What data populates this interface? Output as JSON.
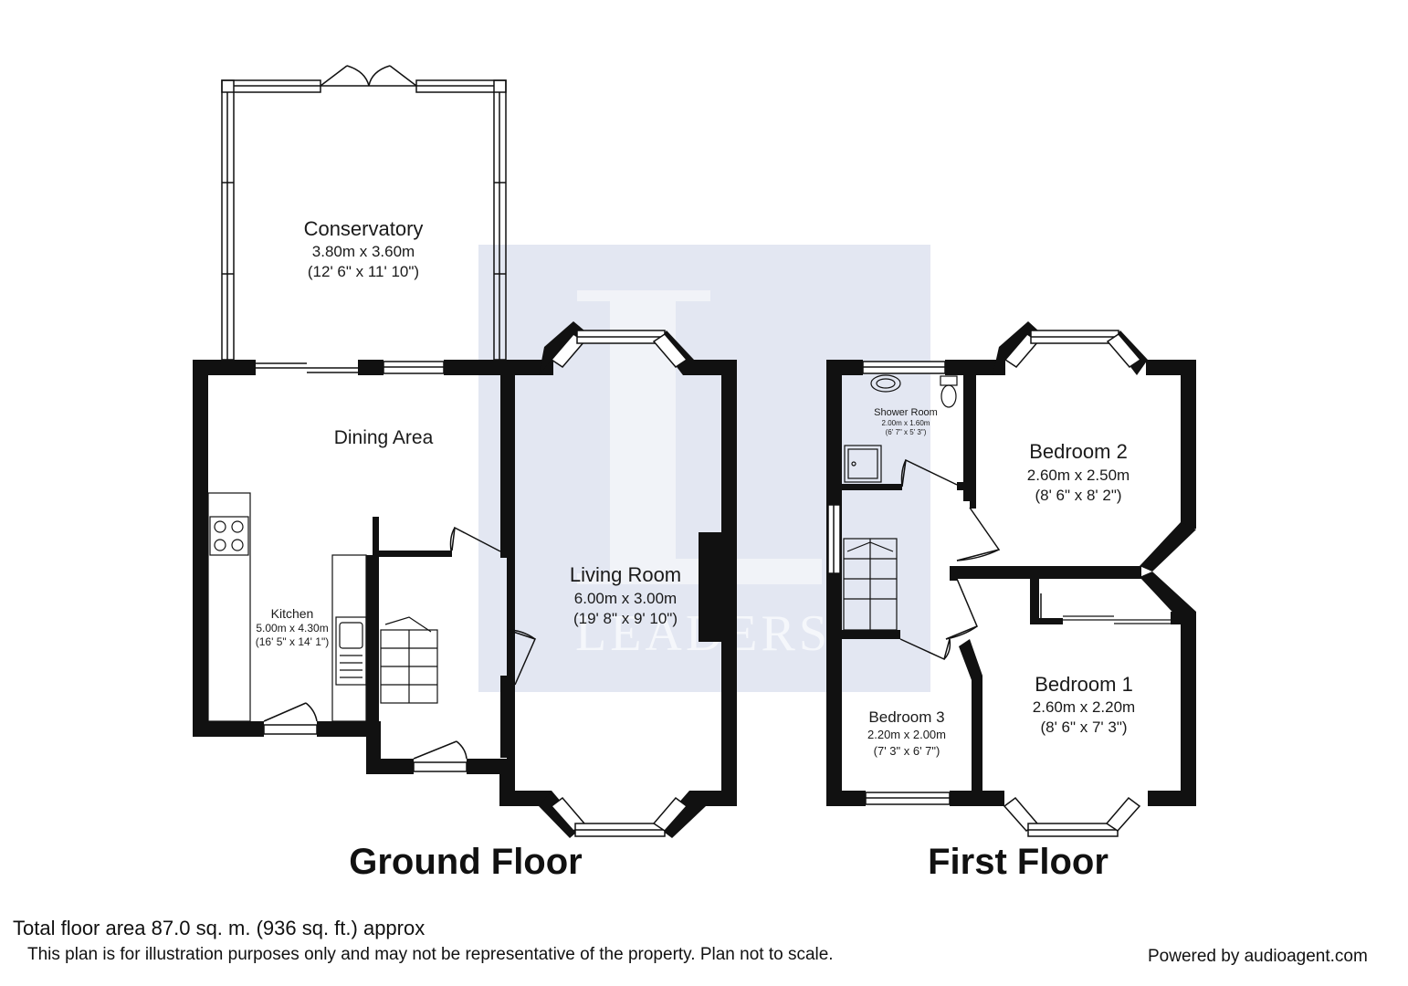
{
  "watermark": {
    "text": "LEADERS",
    "icon": "leaders-logo-watermark",
    "color": "#b8c3dd"
  },
  "colors": {
    "wall": "#111111",
    "window": "#ffffff",
    "fixture": "#444444"
  },
  "ground_floor": {
    "title": "Ground Floor",
    "rooms": {
      "conservatory": {
        "name": "Conservatory",
        "metric": "3.80m x 3.60m",
        "imperial": "(12' 6\" x 11' 10\")"
      },
      "dining": {
        "name": "Dining Area"
      },
      "kitchen": {
        "name": "Kitchen",
        "metric": "5.00m x 4.30m",
        "imperial": "(16' 5\" x 14' 1\")"
      },
      "living": {
        "name": "Living Room",
        "metric": "6.00m x 3.00m",
        "imperial": "(19' 8\" x 9' 10\")"
      }
    }
  },
  "first_floor": {
    "title": "First Floor",
    "rooms": {
      "shower": {
        "name": "Shower Room",
        "metric": "2.00m x 1.60m",
        "imperial": "(6' 7\" x 5' 3\")"
      },
      "bedroom2": {
        "name": "Bedroom 2",
        "metric": "2.60m x 2.50m",
        "imperial": "(8' 6\" x 8' 2\")"
      },
      "bedroom1": {
        "name": "Bedroom 1",
        "metric": "2.60m x 2.20m",
        "imperial": "(8' 6\" x 7' 3\")"
      },
      "bedroom3": {
        "name": "Bedroom 3",
        "metric": "2.20m x 2.00m",
        "imperial": "(7' 3\" x 6' 7\")"
      }
    }
  },
  "footer": {
    "total_area": "Total floor area 87.0 sq. m. (936 sq. ft.) approx",
    "disclaimer": "This plan is for illustration purposes only and may not be representative of the property. Plan not to scale.",
    "credit": "Powered by audioagent.com"
  }
}
